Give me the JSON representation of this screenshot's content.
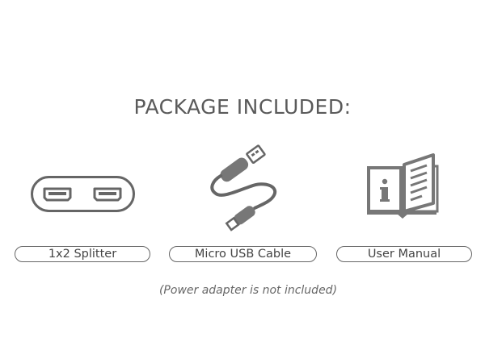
{
  "heading": "PACKAGE INCLUDED:",
  "items": [
    {
      "label": "1x2 Splitter",
      "icon": "hdmi-splitter-icon"
    },
    {
      "label": "Micro USB Cable",
      "icon": "micro-usb-cable-icon"
    },
    {
      "label": "User Manual",
      "icon": "user-manual-book-icon"
    }
  ],
  "note": "(Power adapter is not included)",
  "colors": {
    "icon": "#666666",
    "text": "#444444",
    "background": "#ffffff"
  }
}
